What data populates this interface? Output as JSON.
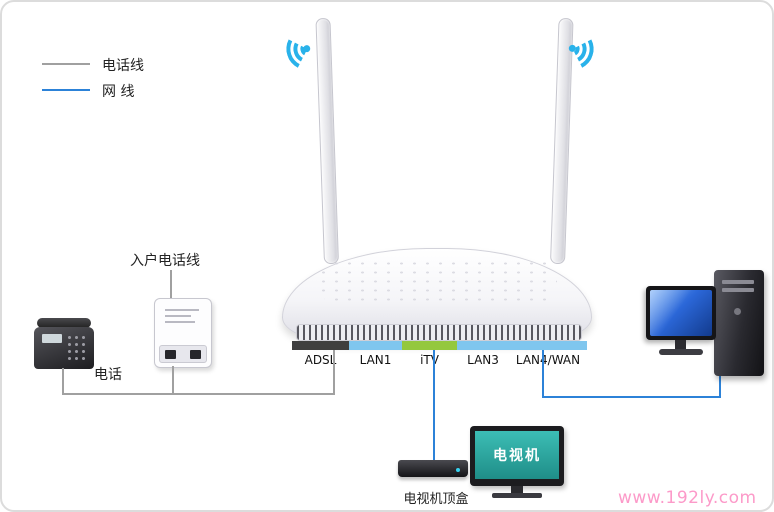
{
  "legend": {
    "phone_line_label": "电话线",
    "network_line_label": "网 线"
  },
  "router": {
    "ports": [
      {
        "label": "ADSL",
        "color": "#3f3f3f"
      },
      {
        "label": "LAN1",
        "color": "#7fc6ee"
      },
      {
        "label": "iTV",
        "color": "#94c83d"
      },
      {
        "label": "LAN3",
        "color": "#7fc6ee"
      },
      {
        "label": "LAN4/WAN",
        "color": "#7fc6ee"
      }
    ]
  },
  "devices": {
    "incoming_phone_line_label": "入户电话线",
    "phone_label": "电话",
    "stb_label": "电视机顶盒",
    "tv_label": "电视机"
  },
  "watermark": "www.192ly.com",
  "colors": {
    "phone_line": "#a0a0a0",
    "network_line": "#2c82d8",
    "wifi_icon": "#29b2ea",
    "tv_screen": "#2ea9a2",
    "watermark": "#fc9ac9"
  }
}
